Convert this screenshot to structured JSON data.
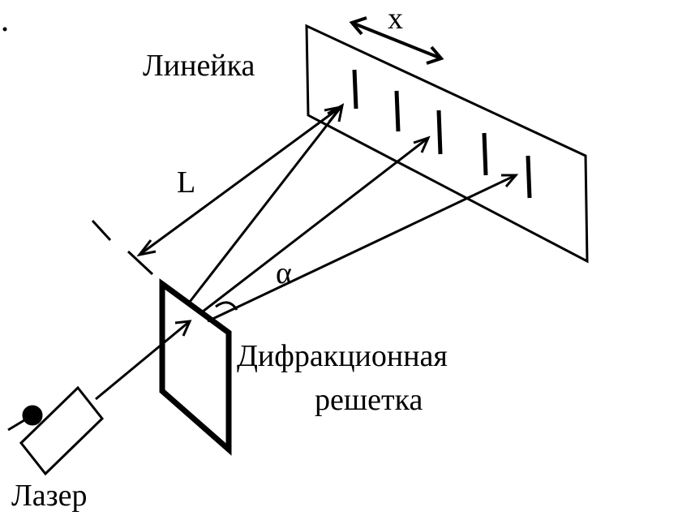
{
  "labels": {
    "ruler": "Линейка",
    "x": "x",
    "distance": "L",
    "angle": "α",
    "grating_line1": "Дифракционная",
    "grating_line2": "решетка",
    "laser": "Лазер"
  },
  "colors": {
    "ink": "#000000",
    "background": "#ffffff"
  }
}
